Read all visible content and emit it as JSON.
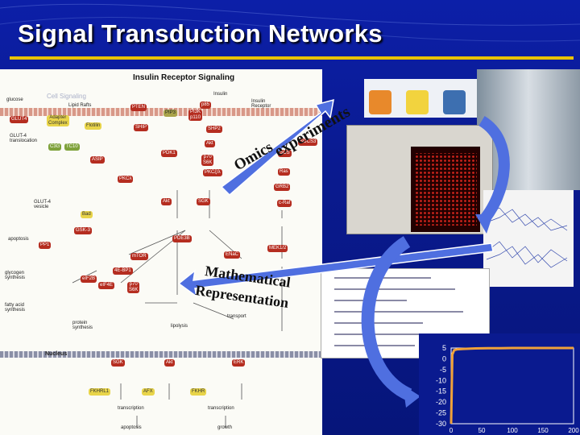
{
  "slide": {
    "title": "Signal Transduction Networks"
  },
  "diagram": {
    "title": "Insulin Receptor Signaling",
    "subtitle": "Cell Signaling",
    "labels": {
      "glucose": "glucose",
      "lipid_rafts": "Lipid Rafts",
      "insulin": "Insulin",
      "insulin_receptor": "Insulin\nReceptor",
      "glut4_translocation": "GLUT-4\ntranslocation",
      "glut4_vesicle": "GLUT-4\nvesicle",
      "apoptosis": "apoptosis",
      "glycogen_synthesis": "glycogen\nsynthesis",
      "fatty_acid_synthesis": "fatty acid\nsynthesis",
      "protein_synthesis": "protein\nsynthesis",
      "lipolysis": "lipolysis",
      "transport": "transport",
      "nucleus": "Nucleus",
      "transcription_left": "transcription",
      "apoptosis_bottom": "apoptosis",
      "transcription_right": "transcription",
      "growth": "growth"
    },
    "nodes": [
      {
        "id": "glut4",
        "label": "GLUT4"
      },
      {
        "id": "adapter",
        "label": "Adapter\nComplex"
      },
      {
        "id": "flotilin",
        "label": "Flotilin"
      },
      {
        "id": "pten",
        "label": "PTEN"
      },
      {
        "id": "pip3",
        "label": "PIP3"
      },
      {
        "id": "p85",
        "label": "p85"
      },
      {
        "id": "pi3k",
        "label": "PI3K\np110"
      },
      {
        "id": "shp2",
        "label": "SHP2"
      },
      {
        "id": "ship",
        "label": "SHIP"
      },
      {
        "id": "c3g",
        "label": "C3G"
      },
      {
        "id": "tc10",
        "label": "TC10"
      },
      {
        "id": "asip",
        "label": "ASIP"
      },
      {
        "id": "pdk1",
        "label": "PDK1"
      },
      {
        "id": "akt_top",
        "label": "Akt"
      },
      {
        "id": "p70s6k_top",
        "label": "p70\nS6K"
      },
      {
        "id": "pkcz",
        "label": "PKCζ/λ"
      },
      {
        "id": "sos",
        "label": "SOS"
      },
      {
        "id": "socs3",
        "label": "SOCS3"
      },
      {
        "id": "ras",
        "label": "Ras"
      },
      {
        "id": "grb2",
        "label": "GRB2"
      },
      {
        "id": "pkca",
        "label": "PKCλ"
      },
      {
        "id": "akt_mid",
        "label": "Akt"
      },
      {
        "id": "sgk_mid",
        "label": "SGK"
      },
      {
        "id": "craf",
        "label": "c-Raf"
      },
      {
        "id": "bad",
        "label": "Bad"
      },
      {
        "id": "gsk3",
        "label": "GSK-3"
      },
      {
        "id": "pp1",
        "label": "PP1"
      },
      {
        "id": "pde3b",
        "label": "PDE3B"
      },
      {
        "id": "enac",
        "label": "ENaC"
      },
      {
        "id": "mek",
        "label": "MEK1/2"
      },
      {
        "id": "mtor",
        "label": "mTOR"
      },
      {
        "id": "eif2b",
        "label": "eIF2B"
      },
      {
        "id": "4ebp1",
        "label": "4E-BP1"
      },
      {
        "id": "eif4e",
        "label": "eIF4E"
      },
      {
        "id": "p70s6k_bot",
        "label": "p70\nS6K"
      },
      {
        "id": "sgk_bot",
        "label": "SGK"
      },
      {
        "id": "akt_bot",
        "label": "Akt"
      },
      {
        "id": "erk",
        "label": "ERK"
      },
      {
        "id": "fkhrl1",
        "label": "FKHRL1"
      },
      {
        "id": "afx",
        "label": "AFX"
      },
      {
        "id": "fkhr",
        "label": "FKHR"
      }
    ]
  },
  "overlay_words": {
    "omics": "Omics",
    "experiments": "experiments",
    "mathematical": "Mathematical",
    "representation": "Representation"
  },
  "colors": {
    "background": "#0a1a8f",
    "title_bar": "#e9c300",
    "arrow": "#4f6fe0",
    "curve": "#f0a23a",
    "chart_bg": "#0a1a8f"
  },
  "chart_data": {
    "type": "line",
    "x": [
      0,
      2,
      5,
      10,
      20,
      40,
      60,
      80,
      100,
      120,
      140,
      160,
      180,
      200
    ],
    "series": [
      {
        "values": [
          -30,
          2,
          4,
          4.4,
          4.6,
          4.8,
          4.9,
          4.9,
          5,
          5,
          5,
          5,
          5,
          5
        ]
      }
    ],
    "xticks": [
      "0",
      "50",
      "100",
      "150",
      "200"
    ],
    "yticks": [
      "5",
      "0",
      "-5",
      "-10",
      "-15",
      "-20",
      "-25",
      "-30"
    ],
    "xlim": [
      0,
      200
    ],
    "ylim": [
      -30,
      5
    ],
    "grid": false,
    "title": "",
    "xlabel": "",
    "ylabel": ""
  }
}
